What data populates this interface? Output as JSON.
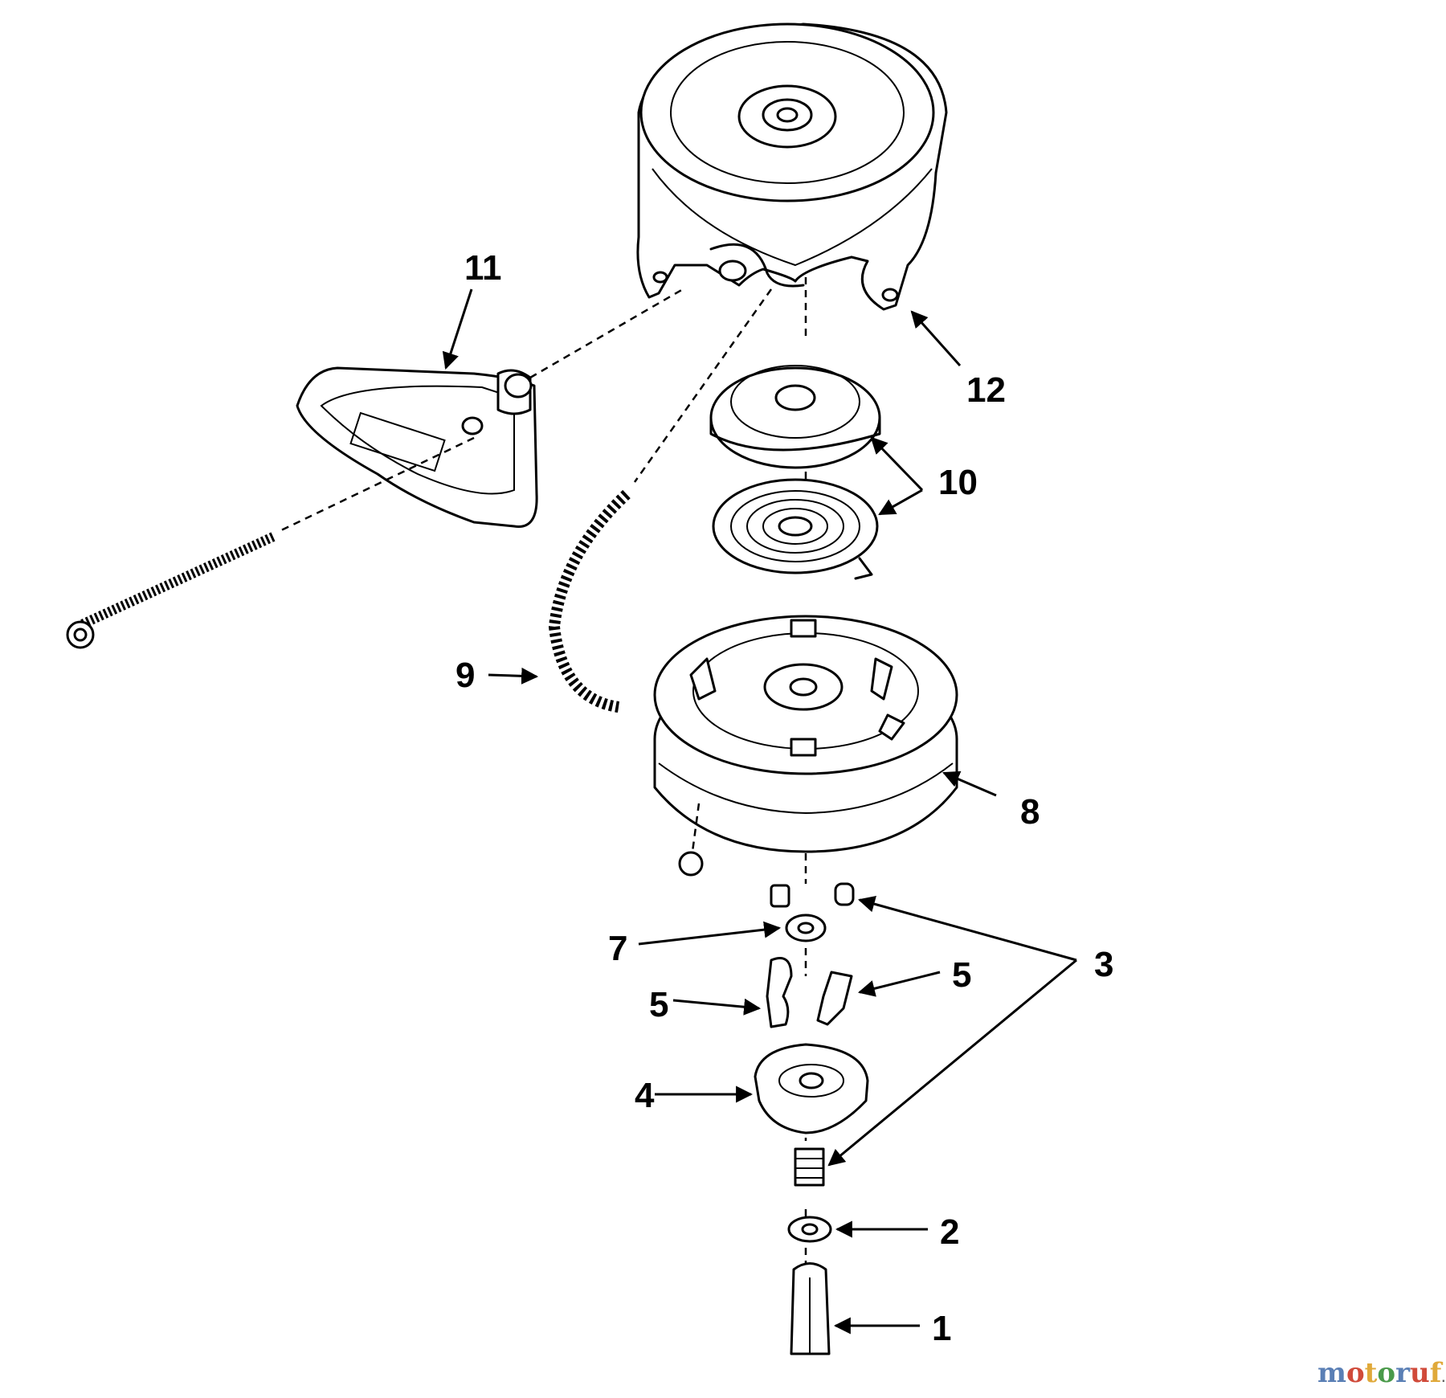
{
  "diagram": {
    "callouts": [
      {
        "id": "1",
        "label": "1"
      },
      {
        "id": "2",
        "label": "2"
      },
      {
        "id": "3",
        "label": "3"
      },
      {
        "id": "4",
        "label": "4"
      },
      {
        "id": "5a",
        "label": "5"
      },
      {
        "id": "5b",
        "label": "5"
      },
      {
        "id": "7",
        "label": "7"
      },
      {
        "id": "8",
        "label": "8"
      },
      {
        "id": "9",
        "label": "9"
      },
      {
        "id": "10",
        "label": "10"
      },
      {
        "id": "11",
        "label": "11"
      },
      {
        "id": "12",
        "label": "12"
      }
    ]
  },
  "watermark": {
    "text": "motoruf",
    "suffix": ".de",
    "colors": [
      "#5a7fb5",
      "#d04a3a",
      "#e0a93a",
      "#4a9a4a"
    ]
  }
}
